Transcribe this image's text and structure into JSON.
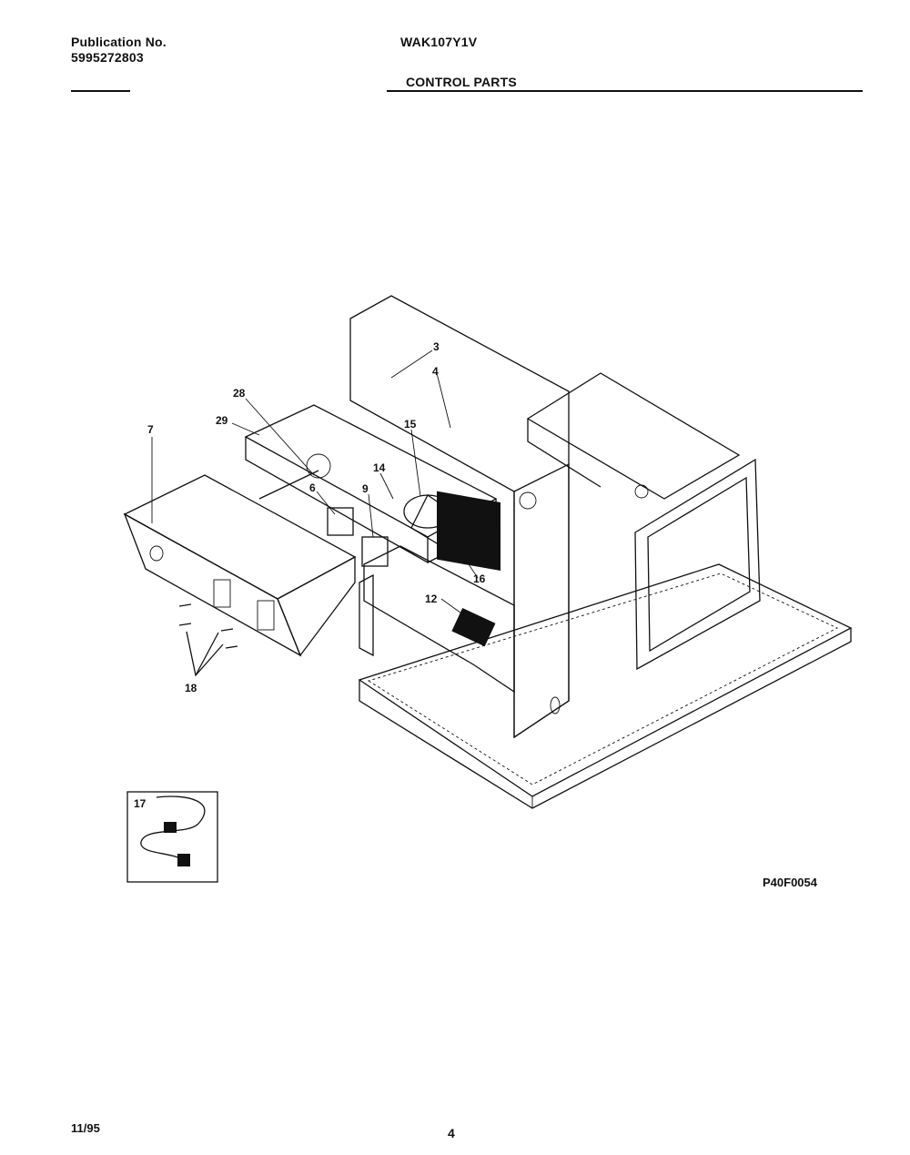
{
  "header": {
    "publication_label": "Publication No.",
    "publication_number": "5995272803",
    "model": "WAK107Y1V",
    "section_title": "CONTROL PARTS"
  },
  "callouts": {
    "c3": "3",
    "c4": "4",
    "c28": "28",
    "c29": "29",
    "c7": "7",
    "c15": "15",
    "c14": "14",
    "c6": "6",
    "c9": "9",
    "c16": "16",
    "c12": "12",
    "c18": "18",
    "c17": "17"
  },
  "figure_code": "P40F0054",
  "footer": {
    "date": "11/95",
    "page": "4"
  }
}
